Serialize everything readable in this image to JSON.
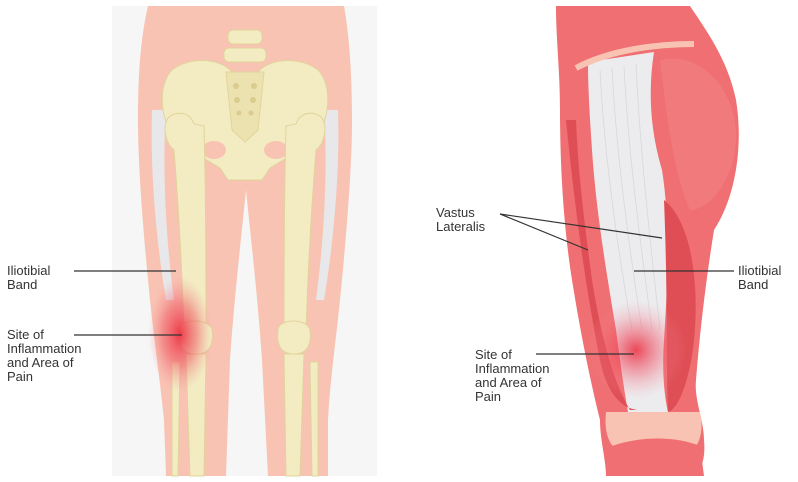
{
  "left_figure": {
    "labels": {
      "iliotibial_band": "Iliotibial\nBand",
      "inflammation_site": "Site of\nInflammation\nand Area of\nPain"
    }
  },
  "right_figure": {
    "labels": {
      "vastus_lateralis": "Vastus\nLateralis",
      "iliotibial_band": "Iliotibial\nBand",
      "inflammation_site": "Site of\nInflammation\nand Area of\nPain"
    }
  },
  "colors": {
    "skin": "#f8c3b2",
    "bone": "#f3ecc3",
    "bone_outline": "#e1d49a",
    "it_band": "#e8e8ea",
    "muscle": "#ef6f72",
    "muscle_dark": "#df4e55",
    "inflammation": "#ec2a3c",
    "background_panel": "#f6f6f6",
    "label_line": "#333333"
  }
}
